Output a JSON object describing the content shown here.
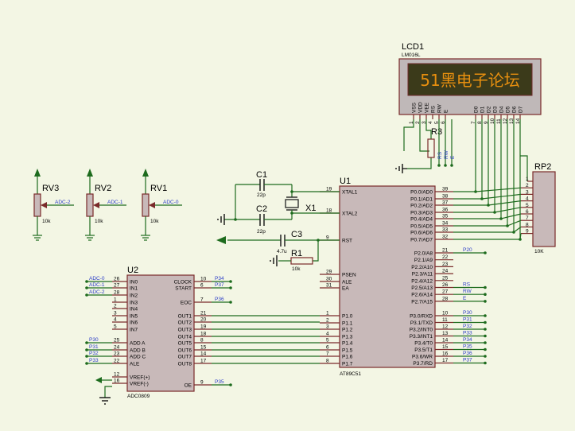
{
  "lcd": {
    "ref": "LCD1",
    "model": "LM016L",
    "display_text": "51黑电子论坛",
    "pins": [
      {
        "name": "VSS",
        "num": "1"
      },
      {
        "name": "VDD",
        "num": "2"
      },
      {
        "name": "VEE",
        "num": "3"
      },
      {
        "name": "RS",
        "num": "4"
      },
      {
        "name": "RW",
        "num": "5"
      },
      {
        "name": "E",
        "num": "6"
      },
      {
        "name": "D0",
        "num": "7"
      },
      {
        "name": "D1",
        "num": "8"
      },
      {
        "name": "D2",
        "num": "9"
      },
      {
        "name": "D3",
        "num": "10"
      },
      {
        "name": "D4",
        "num": "11"
      },
      {
        "name": "D5",
        "num": "12"
      },
      {
        "name": "D6",
        "num": "13"
      },
      {
        "name": "D7",
        "num": "14"
      }
    ]
  },
  "r3": {
    "ref": "R3"
  },
  "lcd_nets": [
    "RS",
    "RW",
    "E"
  ],
  "rp2": {
    "ref": "RP2",
    "value": "10K",
    "pins": [
      "1",
      "2",
      "3",
      "4",
      "5",
      "6",
      "7",
      "8",
      "9"
    ]
  },
  "caps": {
    "c1": {
      "ref": "C1",
      "value": "22p"
    },
    "c2": {
      "ref": "C2",
      "value": "22p"
    },
    "c3": {
      "ref": "C3",
      "value": "4.7u"
    }
  },
  "x1": {
    "ref": "X1"
  },
  "r1": {
    "ref": "R1",
    "value": "10k"
  },
  "pots": [
    {
      "ref": "RV3",
      "value": "10k",
      "net": "ADC-2"
    },
    {
      "ref": "RV2",
      "value": "10k",
      "net": "ADC-1"
    },
    {
      "ref": "RV1",
      "value": "10k",
      "net": "ADC-0"
    }
  ],
  "u1": {
    "ref": "U1",
    "part": "AT89C51",
    "left_pins": [
      {
        "name": "XTAL1",
        "num": "19"
      },
      {
        "name": "XTAL2",
        "num": "18"
      },
      {
        "name": "RST",
        "num": "9"
      },
      {
        "name": "PSEN",
        "num": "29"
      },
      {
        "name": "ALE",
        "num": "30"
      },
      {
        "name": "EA",
        "num": "31"
      },
      {
        "name": "P1.0",
        "num": "1"
      },
      {
        "name": "P1.1",
        "num": "2"
      },
      {
        "name": "P1.2",
        "num": "3"
      },
      {
        "name": "P1.3",
        "num": "4"
      },
      {
        "name": "P1.4",
        "num": "5"
      },
      {
        "name": "P1.5",
        "num": "6"
      },
      {
        "name": "P1.6",
        "num": "7"
      },
      {
        "name": "P1.7",
        "num": "8"
      }
    ],
    "p0_pins": [
      {
        "name": "P0.0/AD0",
        "num": "39"
      },
      {
        "name": "P0.1/AD1",
        "num": "38"
      },
      {
        "name": "P0.2/AD2",
        "num": "37"
      },
      {
        "name": "P0.3/AD3",
        "num": "36"
      },
      {
        "name": "P0.4/AD4",
        "num": "35"
      },
      {
        "name": "P0.5/AD5",
        "num": "34"
      },
      {
        "name": "P0.6/AD6",
        "num": "33"
      },
      {
        "name": "P0.7/AD7",
        "num": "32"
      }
    ],
    "p2_pins": [
      {
        "name": "P2.0/A8",
        "num": "21",
        "net": "P20"
      },
      {
        "name": "P2.1/A9",
        "num": "22",
        "net": ""
      },
      {
        "name": "P2.2/A10",
        "num": "23",
        "net": ""
      },
      {
        "name": "P2.3/A11",
        "num": "24",
        "net": ""
      },
      {
        "name": "P2.4/A12",
        "num": "25",
        "net": ""
      },
      {
        "name": "P2.5/A13",
        "num": "26",
        "net": "RS"
      },
      {
        "name": "P2.6/A14",
        "num": "27",
        "net": "RW"
      },
      {
        "name": "P2.7/A15",
        "num": "28",
        "net": "E"
      }
    ],
    "p3_pins": [
      {
        "name": "P3.0/RXD",
        "num": "10",
        "net": "P30"
      },
      {
        "name": "P3.1/TXD",
        "num": "11",
        "net": "P31"
      },
      {
        "name": "P3.2/INT0",
        "num": "12",
        "net": "P32"
      },
      {
        "name": "P3.3/INT1",
        "num": "13",
        "net": "P33"
      },
      {
        "name": "P3.4/T0",
        "num": "14",
        "net": "P34"
      },
      {
        "name": "P3.5/T1",
        "num": "15",
        "net": "P35"
      },
      {
        "name": "P3.6/WR",
        "num": "16",
        "net": "P36"
      },
      {
        "name": "P3.7/RD",
        "num": "17",
        "net": "P37"
      }
    ]
  },
  "u2": {
    "ref": "U2",
    "part": "ADC0809",
    "left_pins": [
      {
        "name": "IN0",
        "num": "26",
        "net": "ADC-0"
      },
      {
        "name": "IN1",
        "num": "27",
        "net": "ADC-1"
      },
      {
        "name": "IN2",
        "num": "28",
        "net": "ADC-2"
      },
      {
        "name": "IN3",
        "num": "1",
        "net": ""
      },
      {
        "name": "IN4",
        "num": "2",
        "net": ""
      },
      {
        "name": "IN5",
        "num": "3",
        "net": ""
      },
      {
        "name": "IN6",
        "num": "4",
        "net": ""
      },
      {
        "name": "IN7",
        "num": "5",
        "net": ""
      },
      {
        "name": "ADD A",
        "num": "25",
        "net": "P30"
      },
      {
        "name": "ADD B",
        "num": "24",
        "net": "P31"
      },
      {
        "name": "ADD C",
        "num": "23",
        "net": "P32"
      },
      {
        "name": "ALE",
        "num": "22",
        "net": "P33"
      },
      {
        "name": "VREF(+)",
        "num": "12",
        "net": ""
      },
      {
        "name": "VREF(-)",
        "num": "16",
        "net": ""
      }
    ],
    "right_pins": [
      {
        "name": "CLOCK",
        "num": "10",
        "net": "P34"
      },
      {
        "name": "START",
        "num": "6",
        "net": "P37"
      },
      {
        "name": "EOC",
        "num": "7",
        "net": "P36"
      },
      {
        "name": "OUT1",
        "num": "21",
        "net": ""
      },
      {
        "name": "OUT2",
        "num": "20",
        "net": ""
      },
      {
        "name": "OUT3",
        "num": "19",
        "net": ""
      },
      {
        "name": "OUT4",
        "num": "18",
        "net": ""
      },
      {
        "name": "OUT5",
        "num": "8",
        "net": ""
      },
      {
        "name": "OUT6",
        "num": "15",
        "net": ""
      },
      {
        "name": "OUT7",
        "num": "14",
        "net": ""
      },
      {
        "name": "OUT8",
        "num": "17",
        "net": ""
      },
      {
        "name": "OE",
        "num": "9",
        "net": "P35"
      }
    ]
  }
}
